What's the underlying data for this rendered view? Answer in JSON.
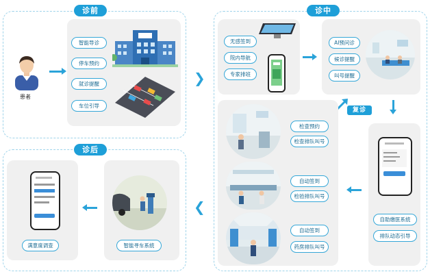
{
  "sections": {
    "before": {
      "title": "诊前"
    },
    "during": {
      "title": "诊中"
    },
    "after": {
      "title": "诊后"
    }
  },
  "patient": {
    "label": "患者"
  },
  "before_pills": [
    "智能导诊",
    "停车预约",
    "就诊提醒",
    "车位引导"
  ],
  "kiosk_pills": [
    "无感签到",
    "院内导航",
    "专家排班"
  ],
  "ai_pills": [
    "AI预问诊",
    "候诊提醒",
    "叫号提醒"
  ],
  "revisit": {
    "label": "复诊"
  },
  "right_pills": [
    "自助缴医系统",
    "排队动态引导"
  ],
  "exam_pills": [
    "检查预约",
    "检查排队叫号",
    "自动签到",
    "检验排队叫号",
    "自动签到",
    "药房排队叫号"
  ],
  "after_labels": {
    "parking": "智能寻车系统",
    "survey": "满意度调查"
  },
  "colors": {
    "accent": "#1e9fd8",
    "arrow": "#2aa3d9",
    "panel": "#f0f0f0"
  }
}
